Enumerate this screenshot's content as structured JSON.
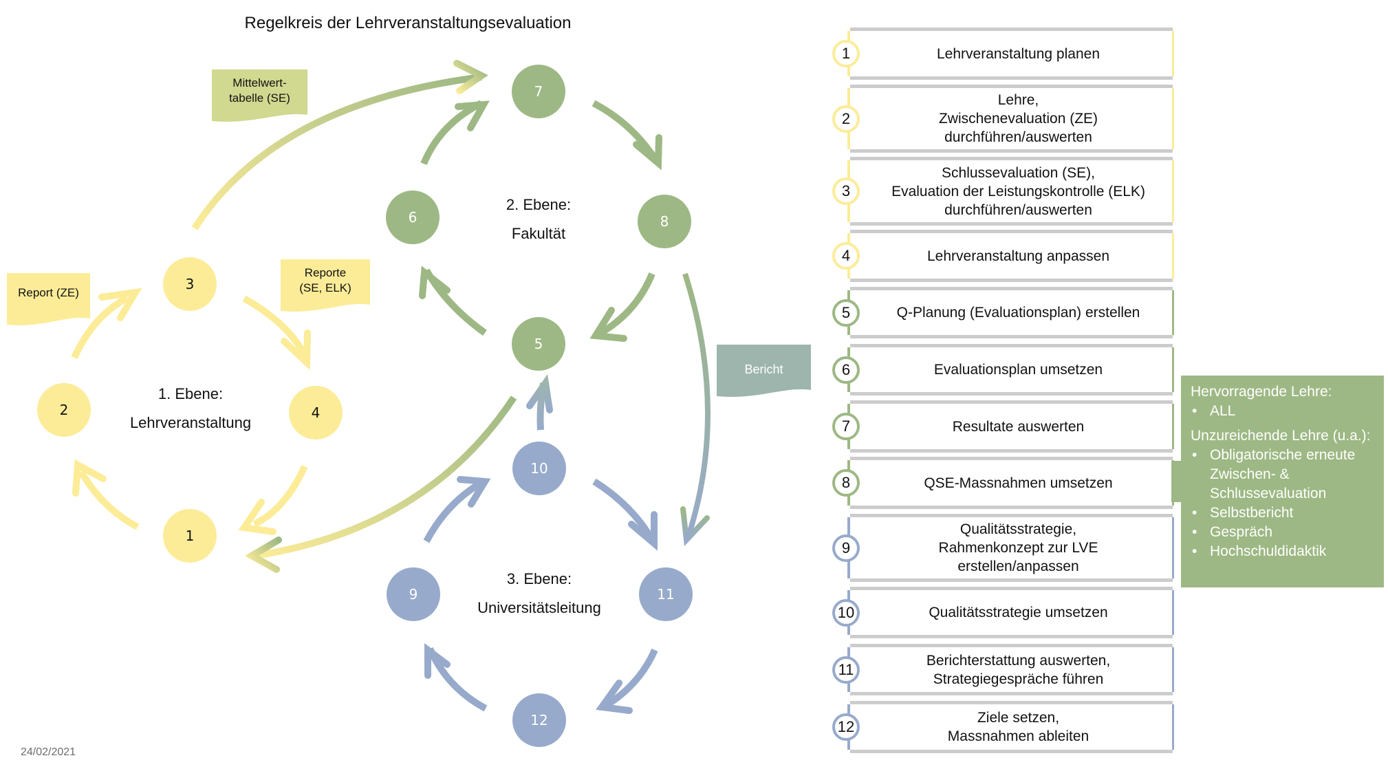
{
  "title": "Regelkreis der Lehrveranstaltungsevaluation",
  "date": "24/02/2021",
  "colors": {
    "level1": "#fcec98",
    "level2": "#9db884",
    "level3": "#97aacb",
    "bericht": "#9db5ad",
    "mittelwert": "#d1d88f",
    "divider": "#cccccc"
  },
  "levels": [
    {
      "line1": "1. Ebene:",
      "line2": "Lehrveranstaltung"
    },
    {
      "line1": "2. Ebene:",
      "line2": "Fakultät"
    },
    {
      "line1": "3. Ebene:",
      "line2": "Universitätsleitung"
    }
  ],
  "nodes": [
    "1",
    "2",
    "3",
    "4",
    "5",
    "6",
    "7",
    "8",
    "9",
    "10",
    "11",
    "12"
  ],
  "callouts": {
    "report_ze": "Report (ZE)",
    "reporte": "Reporte\n(SE, ELK)",
    "mittelwert": "Mittelwert-\ntabelle (SE)",
    "bericht": "Bericht"
  },
  "steps": [
    {
      "num": "1",
      "level": 1,
      "text": "Lehrveranstaltung planen"
    },
    {
      "num": "2",
      "level": 1,
      "text": "Lehre,\nZwischenevaluation (ZE)\ndurchführen/auswerten"
    },
    {
      "num": "3",
      "level": 1,
      "text": "Schlussevaluation (SE),\nEvaluation der Leistungskontrolle (ELK)\ndurchführen/auswerten"
    },
    {
      "num": "4",
      "level": 1,
      "text": "Lehrveranstaltung anpassen"
    },
    {
      "num": "5",
      "level": 2,
      "text": "Q-Planung (Evaluationsplan) erstellen"
    },
    {
      "num": "6",
      "level": 2,
      "text": "Evaluationsplan umsetzen"
    },
    {
      "num": "7",
      "level": 2,
      "text": "Resultate auswerten"
    },
    {
      "num": "8",
      "level": 2,
      "text": "QSE-Massnahmen umsetzen"
    },
    {
      "num": "9",
      "level": 3,
      "text": "Qualitätsstrategie,\nRahmenkonzept zur LVE\nerstellen/anpassen"
    },
    {
      "num": "10",
      "level": 3,
      "text": "Qualitätsstrategie umsetzen"
    },
    {
      "num": "11",
      "level": 3,
      "text": "Berichterstattung auswerten,\nStrategiegespräche führen"
    },
    {
      "num": "12",
      "level": 3,
      "text": "Ziele setzen,\nMassnahmen ableiten"
    }
  ],
  "side_box": {
    "heading1": "Hervorragende Lehre:",
    "list1": [
      "ALL"
    ],
    "heading2": "Unzureichende Lehre (u.a.):",
    "list2": [
      "Obligatorische erneute Zwischen- & Schlussevaluation",
      "Selbstbericht",
      "Gespräch",
      "Hochschuldidaktik"
    ]
  }
}
